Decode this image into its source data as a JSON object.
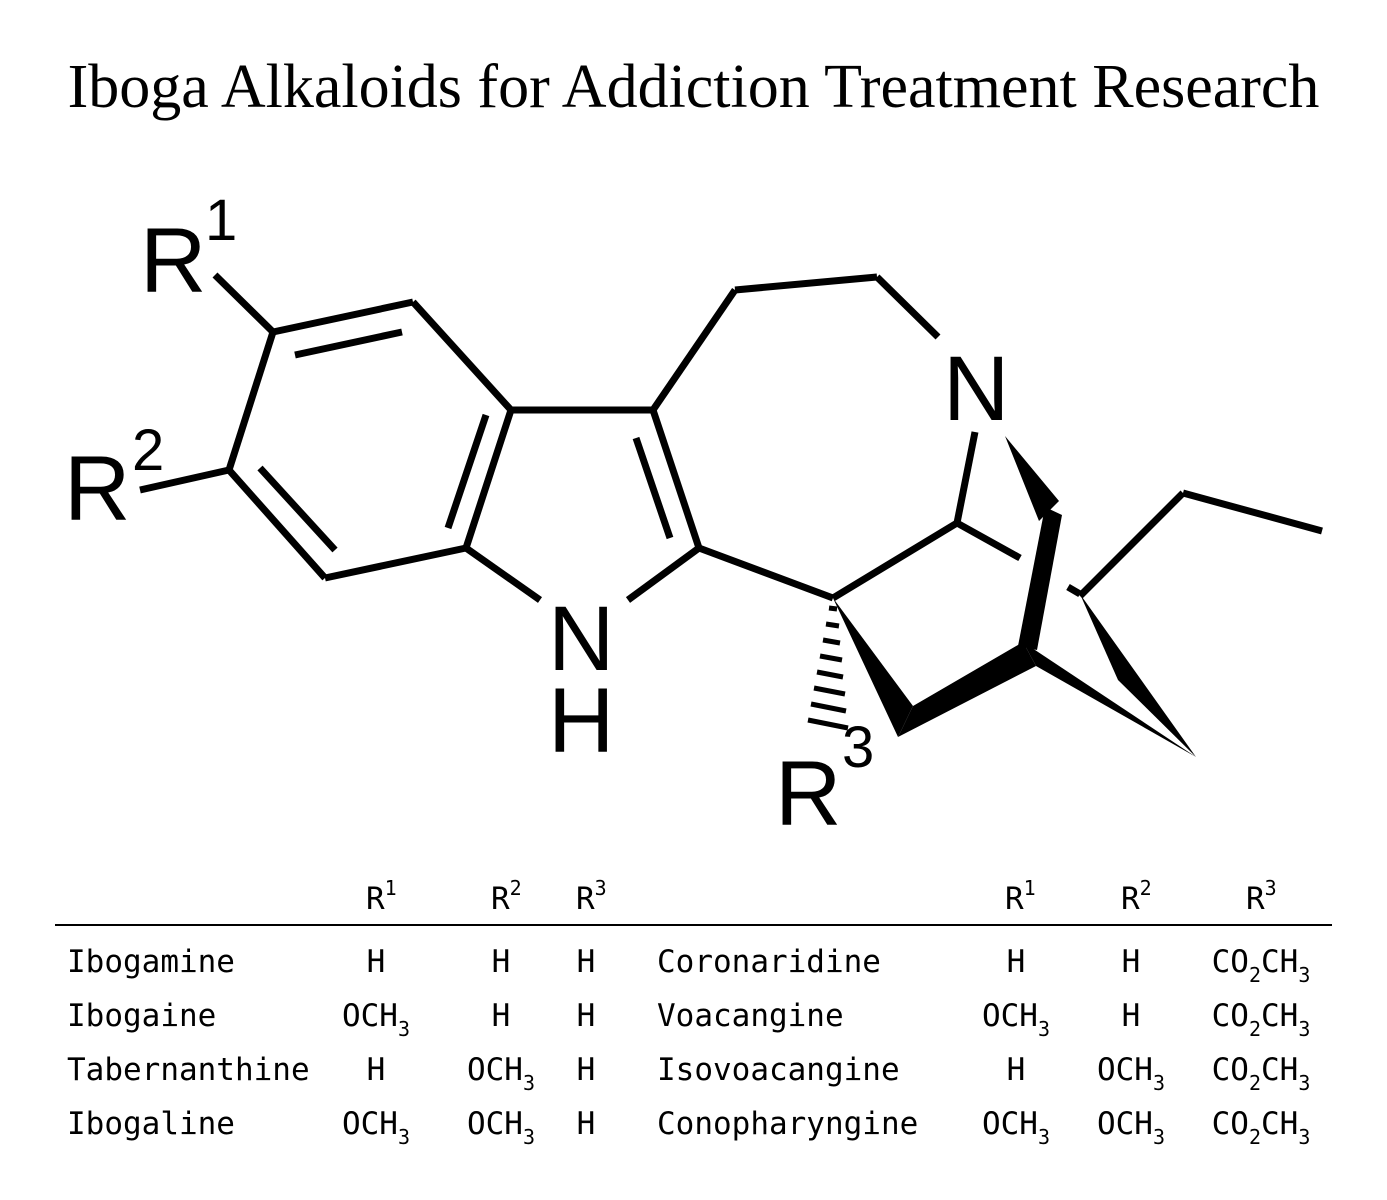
{
  "title": "Iboga Alkaloids for Addiction Treatment Research",
  "structure": {
    "labels": {
      "r1": "R",
      "r1_sup": "1",
      "r2": "R",
      "r2_sup": "2",
      "r3": "R",
      "r3_sup": "3",
      "n_indole": "N",
      "h_indole": "H",
      "n_bridge": "N"
    }
  },
  "table": {
    "header": {
      "r": "R",
      "one": "1",
      "two": "2",
      "three": "3"
    },
    "rows": [
      {
        "name": "Ibogamine",
        "r1": "H",
        "r2": "H",
        "r3": "H",
        "name2": "Coronaridine",
        "r1b": "H",
        "r2b": "H",
        "r3b": "CO2CH3"
      },
      {
        "name": "Ibogaine",
        "r1": "OCH3",
        "r2": "H",
        "r3": "H",
        "name2": "Voacangine",
        "r1b": "OCH3",
        "r2b": "H",
        "r3b": "CO2CH3"
      },
      {
        "name": "Tabernanthine",
        "r1": "H",
        "r2": "OCH3",
        "r3": "H",
        "name2": "Isovoacangine",
        "r1b": "H",
        "r2b": "OCH3",
        "r3b": "CO2CH3"
      },
      {
        "name": "Ibogaline",
        "r1": "OCH3",
        "r2": "OCH3",
        "r3": "H",
        "name2": "Conopharyngine",
        "r1b": "OCH3",
        "r2b": "OCH3",
        "r3b": "CO2CH3"
      }
    ]
  }
}
